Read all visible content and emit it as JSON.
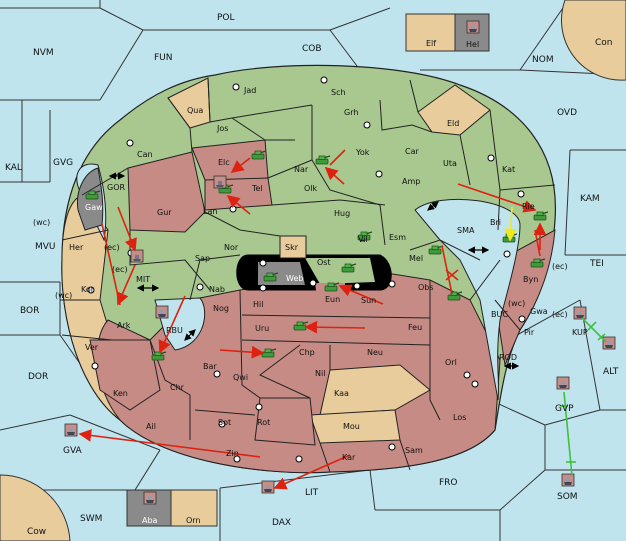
{
  "colors": {
    "sea": "#bfe4ee",
    "green": "#a8c890",
    "red": "#c68b84",
    "tan": "#e8cc9c",
    "gray": "#8a8a8a",
    "order_move": "#dd2211",
    "order_support_yellow": "#f0e820",
    "order_support_green": "#40c040",
    "arrow_black": "#000000"
  },
  "labels": {
    "pol": "POL",
    "cob": "COB",
    "fun": "FUN",
    "nvm": "NVM",
    "nom": "NOM",
    "con": "Con",
    "elf": "Elf",
    "hel": "Hel",
    "ovd": "OVD",
    "kal": "KAL",
    "gvg": "GVG",
    "kam": "KAM",
    "tei": "TEI",
    "mvu": "MVU",
    "bor": "BOR",
    "dor": "DOR",
    "alt": "ALT",
    "gva": "GVA",
    "gvp": "GVP",
    "fro": "FRO",
    "som": "SOM",
    "swm": "SWM",
    "dax": "DAX",
    "lit": "LIT",
    "cow": "Cow",
    "aba": "Aba",
    "orn": "Orn",
    "jad": "Jad",
    "sch": "Sch",
    "qua": "Qua",
    "jos": "Jos",
    "grh": "Grh",
    "eld": "Eld",
    "can": "Can",
    "elc": "Elc",
    "nar": "Nar",
    "yok": "Yok",
    "car": "Car",
    "uta": "Uta",
    "kat": "Kat",
    "gor": "GOR",
    "gaw": "Gaw",
    "gur": "Gur",
    "tel": "Tel",
    "olk": "Olk",
    "amp": "Amp",
    "lan": "Lan",
    "hug": "Hug",
    "bri": "Bri",
    "rie": "Rie",
    "wc1": "(wc)",
    "her": "Her",
    "ec1": "(ec)",
    "nor": "Nor",
    "skr": "Skr",
    "vil": "Vil",
    "esm": "Esm",
    "sma": "SMA",
    "sap": "Sap",
    "web": "Web",
    "ost": "Ost",
    "mel": "Mel",
    "byn": "Byn",
    "ec2": "(ec)",
    "ec3": "(ec)",
    "mit": "MIT",
    "kor": "Kor",
    "wc2": "(wc)",
    "nab": "Nab",
    "eun": "Eun",
    "sun": "Sun",
    "obs": "Obs",
    "wc3": "(wc)",
    "gwa": "Gwa",
    "ec4": "(ec)",
    "kup": "KUP",
    "ark": "Ark",
    "rbu": "RBU",
    "nog": "Nog",
    "hil": "Hil",
    "buc": "BUC",
    "pir": "Pir",
    "uru": "Uru",
    "feu": "Feu",
    "ver": "Ver",
    "chp": "Chp",
    "neu": "Neu",
    "orl": "Orl",
    "rod": "ROD",
    "bar": "Bar",
    "qwi": "Qwi",
    "nil": "Nil",
    "chr": "Chr",
    "ken": "Ken",
    "kaa": "Kaa",
    "los": "Los",
    "sot": "Sot",
    "rot": "Rot",
    "mou": "Mou",
    "ail": "Ail",
    "zin": "Zin",
    "sam": "Sam",
    "kar": "Kar"
  }
}
